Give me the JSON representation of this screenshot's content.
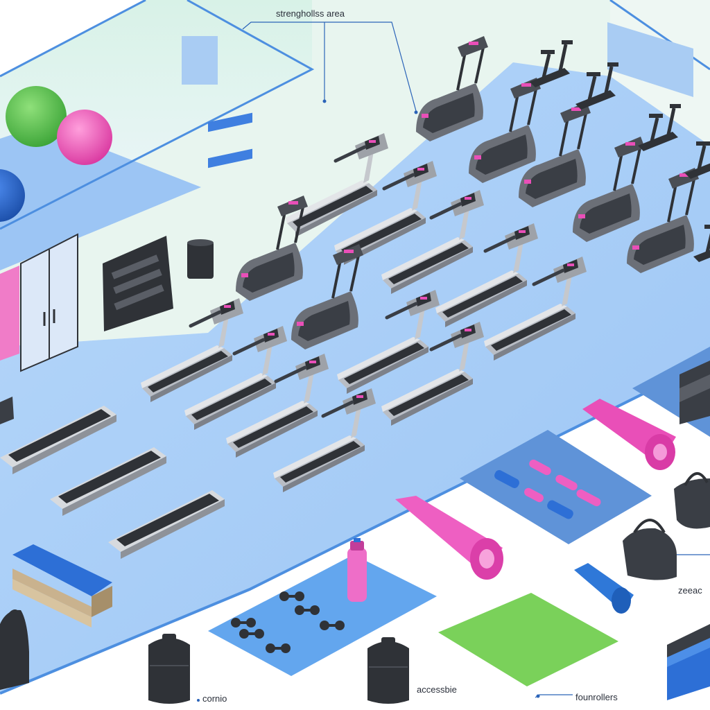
{
  "labels": {
    "top": "strenghollss area",
    "right_edge": "zeeac",
    "bottom_left": "cornio",
    "bottom_center": "accessbie",
    "bottom_right": "founrollers"
  },
  "icons": [
    "treadmill-icon",
    "elliptical-icon",
    "exercise-ball-icon",
    "dumbbell-rack-icon",
    "yoga-mat-icon",
    "foam-roller-icon",
    "water-bottle-icon",
    "dumbbell-icon",
    "gym-bag-icon",
    "trash-bin-icon",
    "door-icon",
    "towel-stack-icon"
  ],
  "colors": {
    "floor": "#a9cdf5",
    "floor_dark": "#7fb2ec",
    "wall": "#e6f3ee",
    "wall_edge": "#4d8fe0",
    "equipment_dark": "#2f3237",
    "equipment_gray": "#8e9299",
    "accent_pink": "#e94fb8",
    "accent_blue": "#2d6fd6",
    "accent_green": "#6cc64a"
  }
}
